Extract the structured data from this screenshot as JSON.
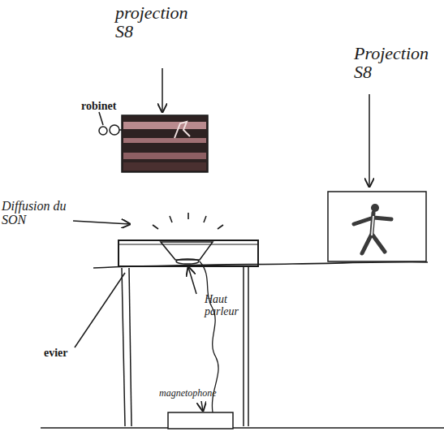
{
  "diagram": {
    "labels": [
      "projection S8",
      "robinet",
      "Diffusion du SON",
      "Projection S8",
      "evier",
      "Haut parleur",
      "magnetophone"
    ]
  }
}
